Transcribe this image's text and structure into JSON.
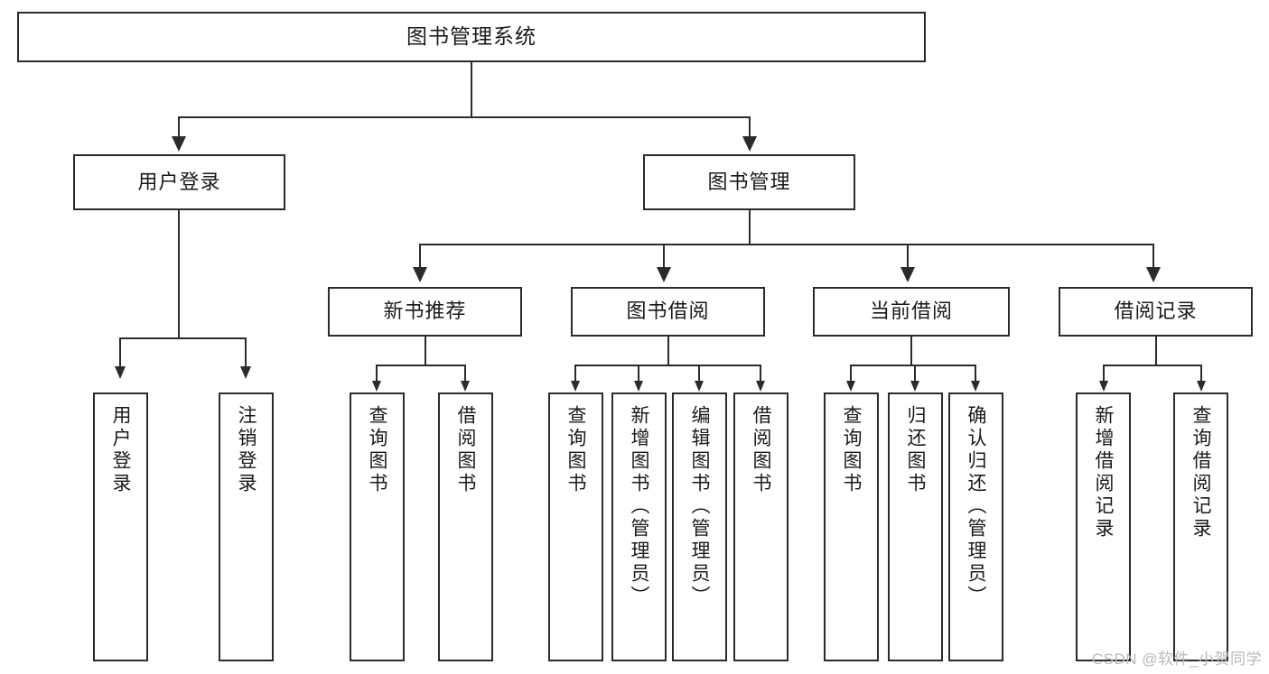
{
  "diagram": {
    "title_node": {
      "label": "图书管理系统"
    },
    "level1": [
      {
        "id": "user-login",
        "label": "用户登录"
      },
      {
        "id": "book-manage",
        "label": "图书管理"
      }
    ],
    "level2": [
      {
        "id": "new-book-recommend",
        "label": "新书推荐"
      },
      {
        "id": "book-borrow",
        "label": "图书借阅"
      },
      {
        "id": "current-borrow",
        "label": "当前借阅"
      },
      {
        "id": "borrow-record",
        "label": "借阅记录"
      }
    ],
    "leaves": {
      "user_login": [
        {
          "id": "leaf-user-login",
          "label": "用户登录"
        },
        {
          "id": "leaf-logout-login",
          "label": "注销登录"
        }
      ],
      "new_book_recommend": [
        {
          "id": "leaf-query-book-1",
          "label": "查询图书"
        },
        {
          "id": "leaf-borrow-book-1",
          "label": "借阅图书"
        }
      ],
      "book_borrow": [
        {
          "id": "leaf-query-book-2",
          "label": "查询图书"
        },
        {
          "id": "leaf-add-book",
          "label": "新增图书（管理员）"
        },
        {
          "id": "leaf-edit-book",
          "label": "编辑图书（管理员）"
        },
        {
          "id": "leaf-borrow-book-2",
          "label": "借阅图书"
        }
      ],
      "current_borrow": [
        {
          "id": "leaf-query-book-3",
          "label": "查询图书"
        },
        {
          "id": "leaf-return-book",
          "label": "归还图书"
        },
        {
          "id": "leaf-confirm-return",
          "label": "确认归还（管理员）"
        }
      ],
      "borrow_record": [
        {
          "id": "leaf-add-record",
          "label": "新增借阅记录"
        },
        {
          "id": "leaf-query-record",
          "label": "查询借阅记录"
        }
      ]
    }
  },
  "watermark": {
    "text": "CSDN @软件_小贺同学"
  },
  "colors": {
    "stroke": "#2b2b2b",
    "box_fill": "#ffffff",
    "text": "#1a1a1a",
    "watermark": "#b9b9b9",
    "background": "#ffffff"
  }
}
